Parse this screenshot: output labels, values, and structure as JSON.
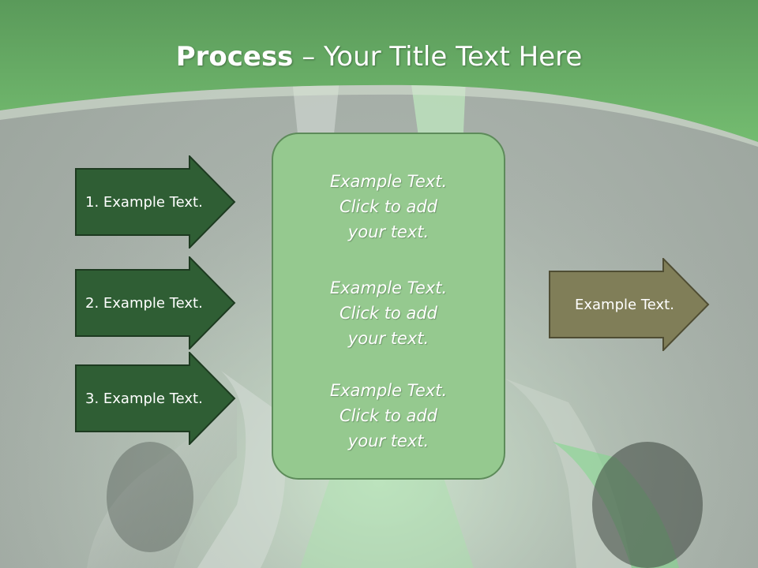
{
  "slide": {
    "title_bold": "Process",
    "title_rest": " – Your Title Text Here",
    "steps": [
      {
        "label": "1. Example Text."
      },
      {
        "label": "2. Example Text."
      },
      {
        "label": "3. Example Text."
      }
    ],
    "center_items": [
      {
        "line1": "Example Text.",
        "line2": "Click  to add",
        "line3": "your text."
      },
      {
        "line1": "Example Text.",
        "line2": "Click  to add",
        "line3": "your text."
      },
      {
        "line1": "Example Text.",
        "line2": "Click  to add",
        "line3": "your text."
      }
    ],
    "result": {
      "label": "Example Text."
    }
  },
  "colors": {
    "header_green": "#6db56a",
    "step_arrow_fill": "#2f5e34",
    "result_arrow_fill": "#807e58",
    "center_box_fill": "#95c98f"
  }
}
